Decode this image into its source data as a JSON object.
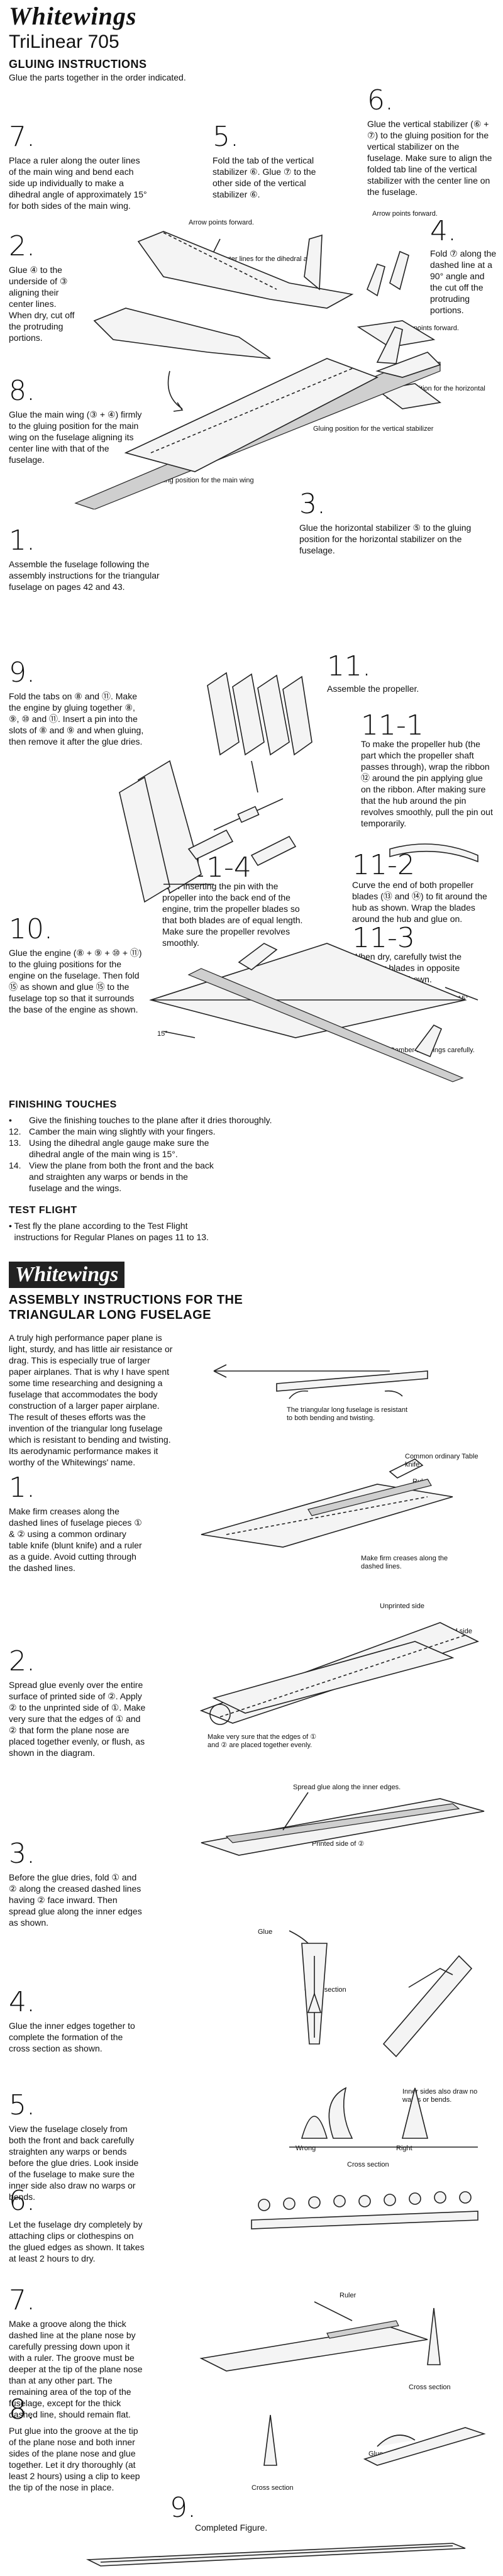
{
  "header": {
    "brand": "Whitewings",
    "model": "TriLinear 705",
    "section": "GLUING INSTRUCTIONS",
    "intro": "Glue the parts together in the order indicated."
  },
  "gluing": {
    "step7": {
      "num": "7.",
      "text": "Place a ruler along the outer lines of the main wing and bend each side up individually to make a dihedral angle of approximately 15° for both sides of the main wing."
    },
    "step5": {
      "num": "5.",
      "text": "Fold the tab of the vertical stabilizer ⑥. Glue ⑦ to the other side of the vertical stabilizer ⑥."
    },
    "step6": {
      "num": "6.",
      "text": "Glue the vertical stabilizer (⑥ + ⑦) to the gluing position for the vertical stabilizer on the fuselage. Make sure to align the folded tab line of the vertical stabilizer with the center line on the fuselage."
    },
    "step2": {
      "num": "2.",
      "text": "Glue ④ to the underside of ③ aligning their center lines. When dry, cut off the protruding portions."
    },
    "step4": {
      "num": "4.",
      "text": "Fold ⑦ along the dashed line at a 90° angle and the cut off the protruding portions."
    },
    "step8": {
      "num": "8.",
      "text": "Glue the main wing (③ + ④) firmly to the gluing position for the main wing on the fuselage aligning its center line with that of the fuselage."
    },
    "step3": {
      "num": "3.",
      "text": "Glue the horizontal stabilizer ⑤ to the gluing position for the horizontal stabilizer on the fuselage."
    },
    "step1": {
      "num": "1.",
      "text": "Assemble the fuselage following the assembly instructions for the triangular fuselage on pages 42 and 43."
    },
    "labels": {
      "arrow_forward_1": "Arrow points forward.",
      "arrow_forward_2": "Arrow points forward.",
      "arrow_forward_3": "Arrow points forward.",
      "outer_lines": "Outer lines for the dihedral angle",
      "gp_horizontal": "Gluing position for the horizontal stabilizer.",
      "gp_vertical": "Gluing position for the vertical stabilizer",
      "gp_main": "Gluing position for the main wing"
    }
  },
  "propeller": {
    "step9": {
      "num": "9.",
      "text": "Fold the tabs on ⑧ and ⑪. Make the engine by gluing together ⑧, ⑨, ⑩ and ⑪. Insert a pin into the slots of ⑧ and ⑨ and when gluing, then remove it after the glue dries."
    },
    "step11": {
      "num": "11.",
      "text": "Assemble the propeller."
    },
    "step11_1": {
      "num": "11-1",
      "text": "To make the propeller hub (the part which the propeller shaft passes through), wrap the ribbon ⑫ around the pin applying glue on the ribbon. After making sure that the hub around the pin revolves smoothly, pull the pin out temporarily."
    },
    "step11_2": {
      "num": "11-2",
      "text": "Curve the end of both propeller blades (⑬ and ⑭) to fit around the hub as shown. Wrap the blades around the hub and glue on."
    },
    "step11_4": {
      "num": "11-4",
      "text": "After inserting the pin with the propeller into the back end of the engine, trim the propeller blades so that both blades are of equal length. Make sure the propeller revolves smoothly."
    },
    "step11_3": {
      "num": "11-3",
      "text": "When dry, carefully twist the propeller blades in opposite directions as shown."
    },
    "step10": {
      "num": "10.",
      "text": "Glue the engine (⑧ + ⑨ + ⑩ + ⑪) to the gluing positions for the engine on the fuselage. Then fold ⑮ as shown and glue ⑮ to the fuselage top so that it surrounds the base of the engine as shown."
    },
    "labels": {
      "angle_a": "15°",
      "angle_b": "15°",
      "camber": "Camber the wings carefully."
    }
  },
  "finishing": {
    "title": "FINISHING TOUCHES",
    "items": [
      {
        "num": "",
        "text": "Give the finishing touches to the plane after it dries thoroughly."
      },
      {
        "num": "12.",
        "text": "Camber the main wing slightly with your fingers."
      },
      {
        "num": "13.",
        "text": "Using the dihedral angle gauge make sure the dihedral angle of the main wing is 15°."
      },
      {
        "num": "14.",
        "text": "View the plane from both the front and the back and straighten any warps or bends in the fuselage and the wings."
      }
    ]
  },
  "test_flight": {
    "title": "TEST FLIGHT",
    "text": "Test fly the plane according to the Test Flight instructions for Regular Planes on pages 11 to 13."
  },
  "fuselage": {
    "brand": "Whitewings",
    "title1": "ASSEMBLY INSTRUCTIONS FOR THE",
    "title2": "TRIANGULAR LONG FUSELAGE",
    "intro": "A truly high performance paper plane is light, sturdy, and has little air resistance or drag. This is especially true of larger paper airplanes. That is why I have spent some time researching and designing a fuselage that accommodates the body construction of a larger paper airplane. The result of theses efforts was the invention of the triangular long fuselage which is resistant to bending and twisting. Its aerodynamic performance makes it worthy of the Whitewings' name.",
    "caption_resist": "The triangular long fuselage is resistant to both bending and twisting.",
    "steps": [
      {
        "num": "1.",
        "text": "Make firm creases along the dashed lines of fuselage pieces ① & ② using a common ordinary table knife (blunt knife) and a ruler as a guide. Avoid cutting through the dashed lines."
      },
      {
        "num": "2.",
        "text": "Spread glue evenly over the entire surface of printed side of ②. Apply ② to the unprinted side of ①. Make very sure that the edges of ① and ② that form the plane nose are placed together evenly, or flush, as shown in the diagram."
      },
      {
        "num": "3.",
        "text": "Before the glue dries, fold ① and ② along the creased dashed lines having ② face inward. Then spread glue along the inner edges as shown."
      },
      {
        "num": "4.",
        "text": "Glue the inner edges together to complete the formation of the cross section as shown."
      },
      {
        "num": "5.",
        "text": "View the fuselage closely from both the front and back carefully straighten any warps or bends before the glue dries. Look inside of the fuselage to make sure the inner side also draw no warps or bends."
      },
      {
        "num": "6.",
        "text": "Let the fuselage dry completely by attaching clips or clothespins on the glued edges as shown. It takes at least 2 hours to dry."
      },
      {
        "num": "7.",
        "text": "Make a groove along the thick dashed line at the plane nose by carefully pressing down upon it with a ruler. The groove must be deeper at the tip of the plane nose than at any other part. The remaining area of the top of the fuselage, except for the thick dashed line, should remain flat."
      },
      {
        "num": "8.",
        "text": "Put glue into the groove at the tip of the plane nose and both inner sides of the plane nose and glue together. Let it dry thoroughly (at least 2 hours) using a clip to keep the tip of the nose in place."
      },
      {
        "num": "9.",
        "text": "Completed Figure."
      }
    ],
    "labels": {
      "knife": "Common ordinary Table knife",
      "ruler1": "Ruler",
      "creases": "Make firm creases along the dashed lines.",
      "unprinted1": "Unprinted side",
      "unprinted2": "Unprinted side",
      "flush": "Make very sure that the edges of ① and ② are placed together evenly.",
      "spread": "Spread glue along the inner edges.",
      "printed2": "Printed side of ②",
      "glue1": "Glue",
      "cross1": "Cross section",
      "inner_sides": "Inner sides also draw no warps or bends.",
      "wrong": "Wrong",
      "right": "Right",
      "cross2": "Cross section",
      "ruler2": "Ruler",
      "cross3": "Cross section",
      "glue2": "Glue",
      "cross4": "Cross section"
    }
  }
}
